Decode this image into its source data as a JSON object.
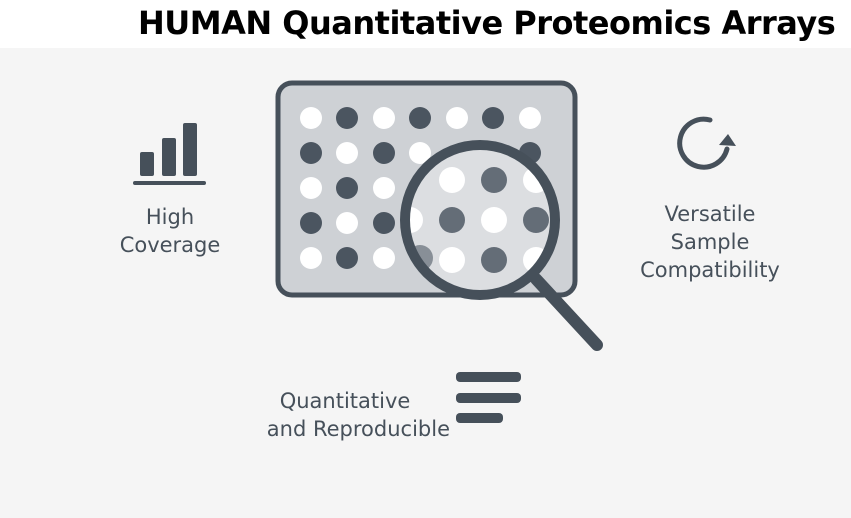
{
  "title": "HUMAN Quantitative Proteomics Arrays",
  "colors": {
    "icon": "#46505a",
    "text": "#46505a",
    "plate_fill": "#ced1d5",
    "lens_fill": "#dcdee1",
    "dot_light": "#ffffff",
    "dot_dark": "#4b5560",
    "background": "#f5f5f5",
    "top_band": "#ffffff"
  },
  "features": [
    {
      "id": "high-coverage",
      "icon": "bar-chart-icon",
      "lines": [
        "High",
        "Coverage"
      ]
    },
    {
      "id": "versatile",
      "icon": "refresh-cycle-icon",
      "lines": [
        "Versatile",
        "Sample",
        "Compatibility"
      ]
    },
    {
      "id": "quantitative",
      "icon": "lines-list-icon",
      "lines": [
        "Quantitative",
        "and Reproducible"
      ]
    }
  ],
  "center_graphic": {
    "icon": "array-plate-magnifier-icon",
    "rows": 5,
    "cols": 7
  }
}
